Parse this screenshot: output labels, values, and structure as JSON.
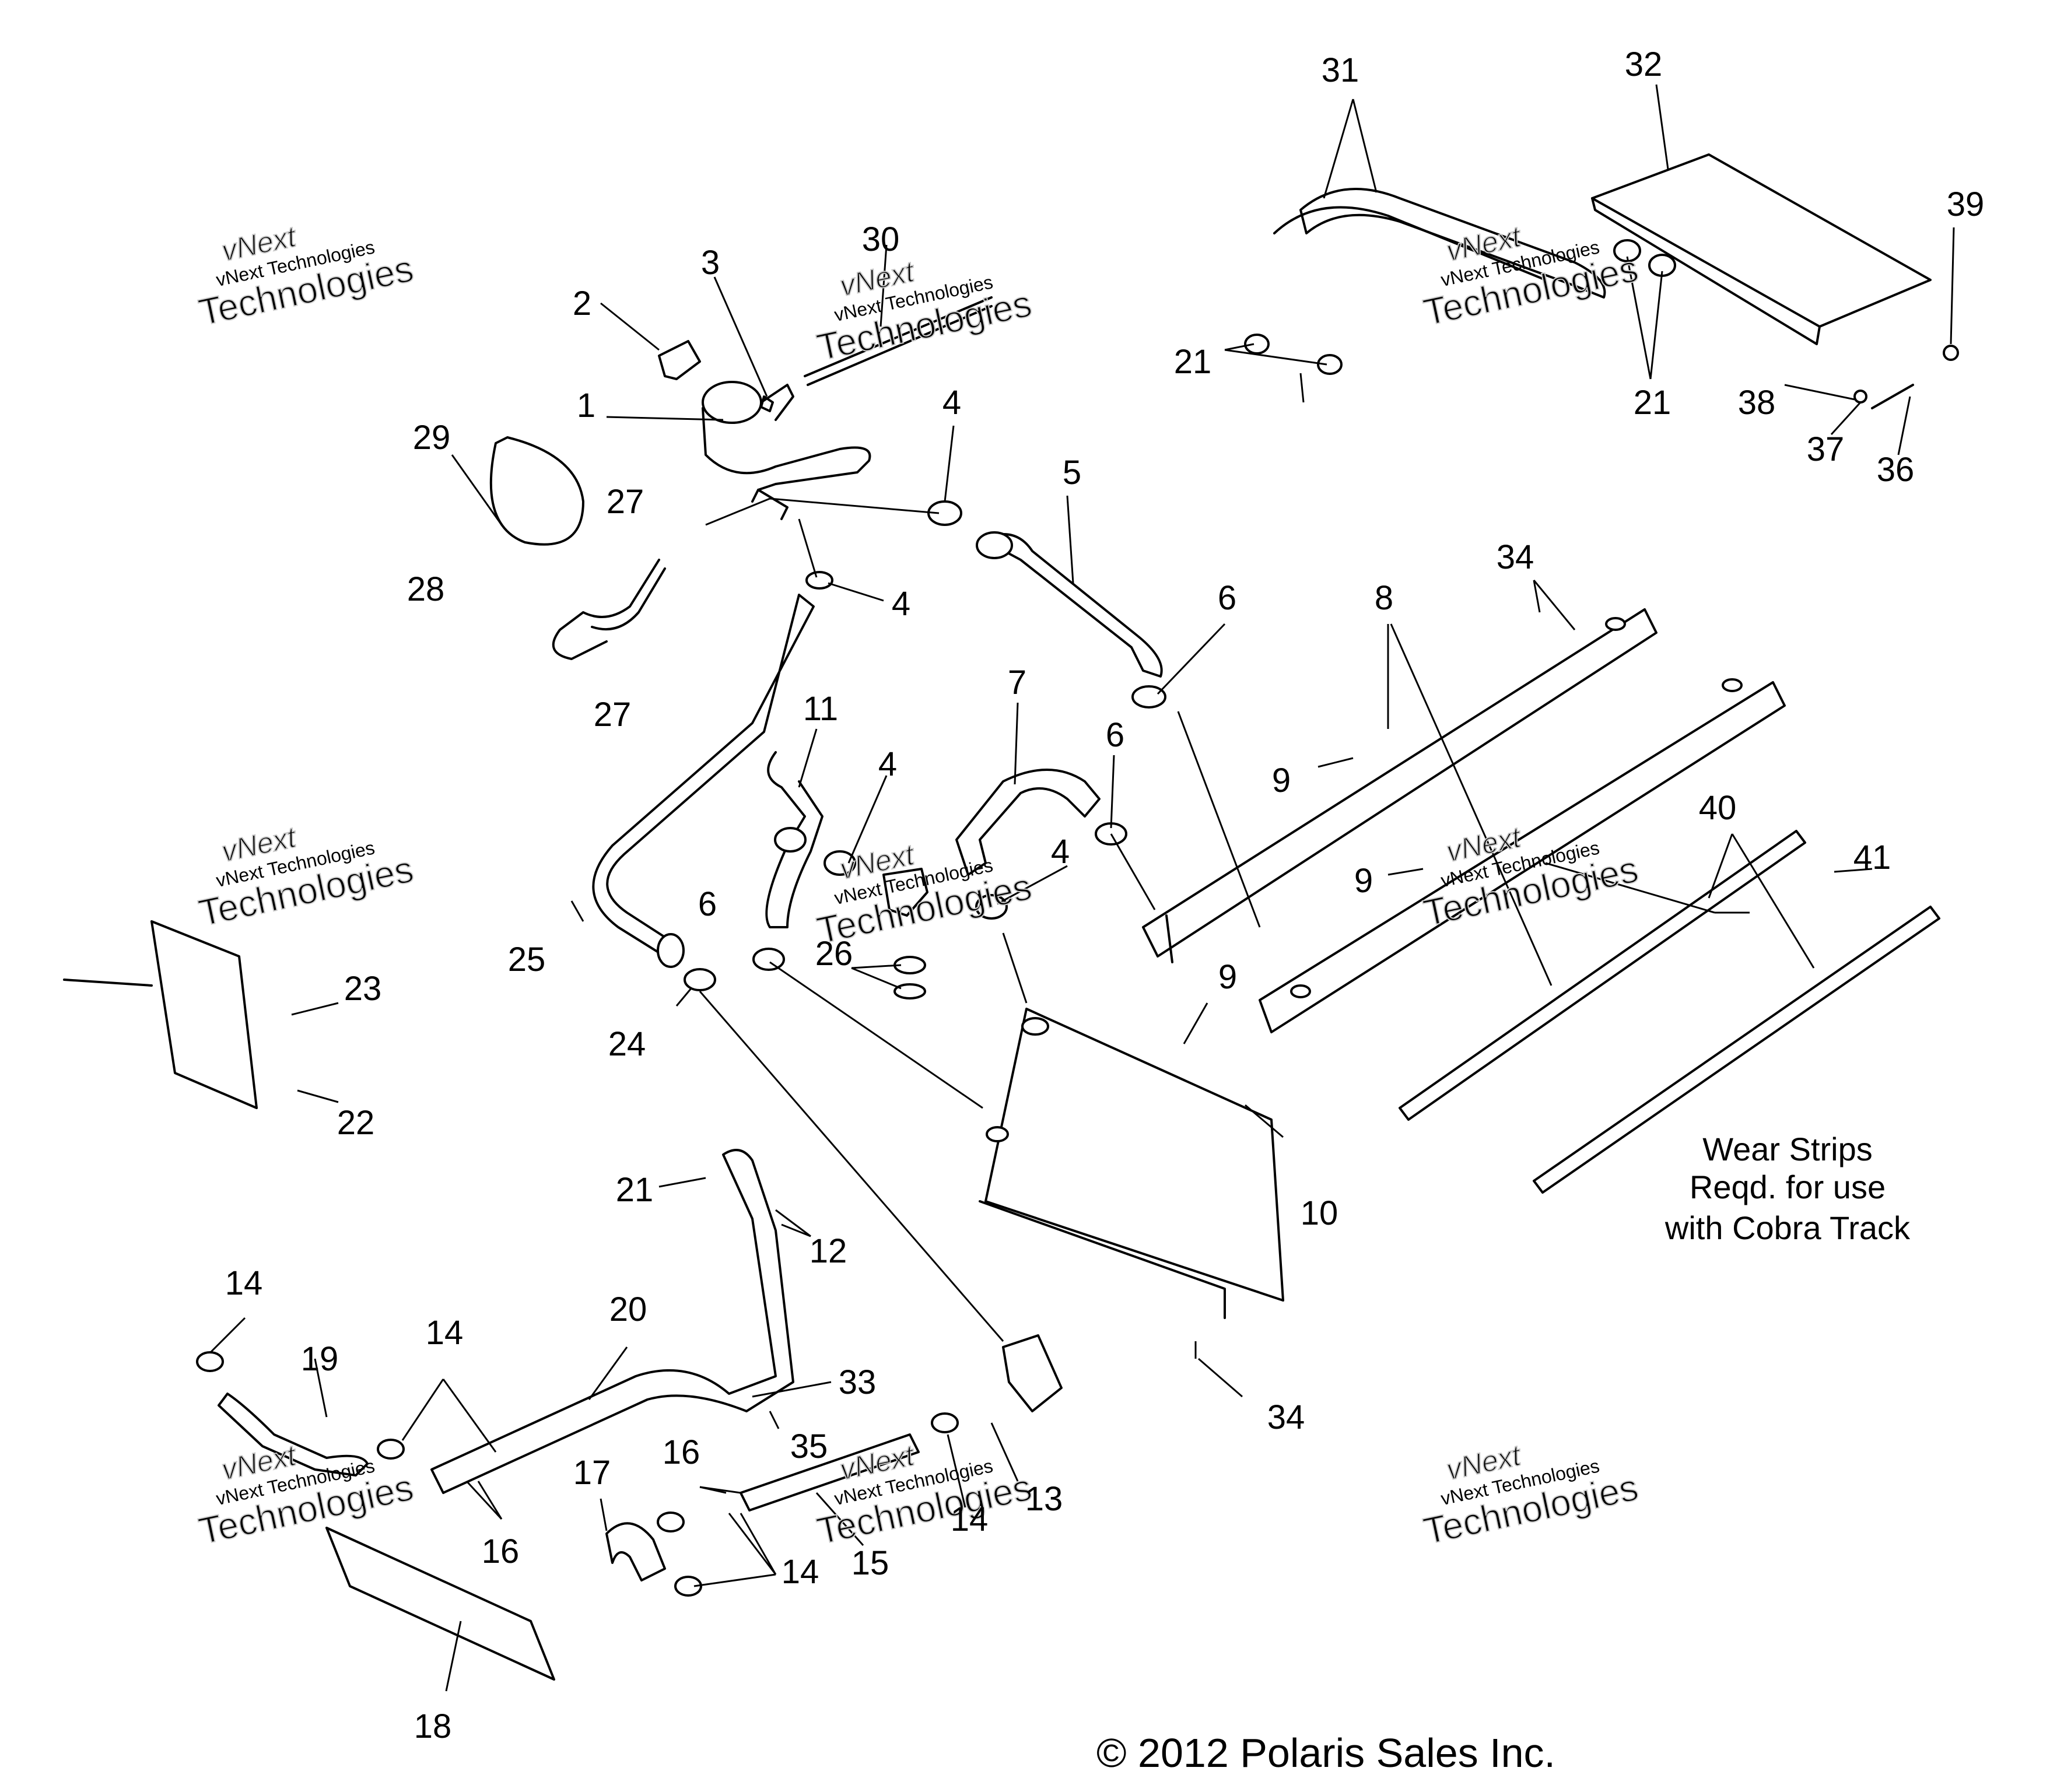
{
  "callouts": [
    {
      "id": "1",
      "text": "1"
    },
    {
      "id": "2",
      "text": "2"
    },
    {
      "id": "3",
      "text": "3"
    },
    {
      "id": "4a",
      "text": "4"
    },
    {
      "id": "4b",
      "text": "4"
    },
    {
      "id": "4c",
      "text": "4"
    },
    {
      "id": "4d",
      "text": "4"
    },
    {
      "id": "5",
      "text": "5"
    },
    {
      "id": "6a",
      "text": "6"
    },
    {
      "id": "6b",
      "text": "6"
    },
    {
      "id": "6c",
      "text": "6"
    },
    {
      "id": "7",
      "text": "7"
    },
    {
      "id": "8",
      "text": "8"
    },
    {
      "id": "9a",
      "text": "9"
    },
    {
      "id": "9b",
      "text": "9"
    },
    {
      "id": "9c",
      "text": "9"
    },
    {
      "id": "10",
      "text": "10"
    },
    {
      "id": "11",
      "text": "11"
    },
    {
      "id": "12",
      "text": "12"
    },
    {
      "id": "13",
      "text": "13"
    },
    {
      "id": "14a",
      "text": "14"
    },
    {
      "id": "14b",
      "text": "14"
    },
    {
      "id": "14c",
      "text": "14"
    },
    {
      "id": "14d",
      "text": "14"
    },
    {
      "id": "15",
      "text": "15"
    },
    {
      "id": "16a",
      "text": "16"
    },
    {
      "id": "16b",
      "text": "16"
    },
    {
      "id": "17",
      "text": "17"
    },
    {
      "id": "18",
      "text": "18"
    },
    {
      "id": "19",
      "text": "19"
    },
    {
      "id": "20",
      "text": "20"
    },
    {
      "id": "21a",
      "text": "21"
    },
    {
      "id": "21b",
      "text": "21"
    },
    {
      "id": "21c",
      "text": "21"
    },
    {
      "id": "22",
      "text": "22"
    },
    {
      "id": "23",
      "text": "23"
    },
    {
      "id": "24",
      "text": "24"
    },
    {
      "id": "25",
      "text": "25"
    },
    {
      "id": "26",
      "text": "26"
    },
    {
      "id": "27a",
      "text": "27"
    },
    {
      "id": "27b",
      "text": "27"
    },
    {
      "id": "28",
      "text": "28"
    },
    {
      "id": "29",
      "text": "29"
    },
    {
      "id": "30",
      "text": "30"
    },
    {
      "id": "31",
      "text": "31"
    },
    {
      "id": "32",
      "text": "32"
    },
    {
      "id": "33",
      "text": "33"
    },
    {
      "id": "34a",
      "text": "34"
    },
    {
      "id": "34b",
      "text": "34"
    },
    {
      "id": "35",
      "text": "35"
    },
    {
      "id": "36",
      "text": "36"
    },
    {
      "id": "37",
      "text": "37"
    },
    {
      "id": "38",
      "text": "38"
    },
    {
      "id": "39",
      "text": "39"
    },
    {
      "id": "40",
      "text": "40"
    },
    {
      "id": "41",
      "text": "41"
    }
  ],
  "note": {
    "line1": "Wear Strips",
    "line2": "Reqd. for use",
    "line3": "with Cobra Track"
  },
  "copyright": "© 2012 Polaris Sales Inc.",
  "watermark": {
    "line1": "vNext",
    "line2": "vNext Technologies",
    "line3": "Technologies"
  }
}
